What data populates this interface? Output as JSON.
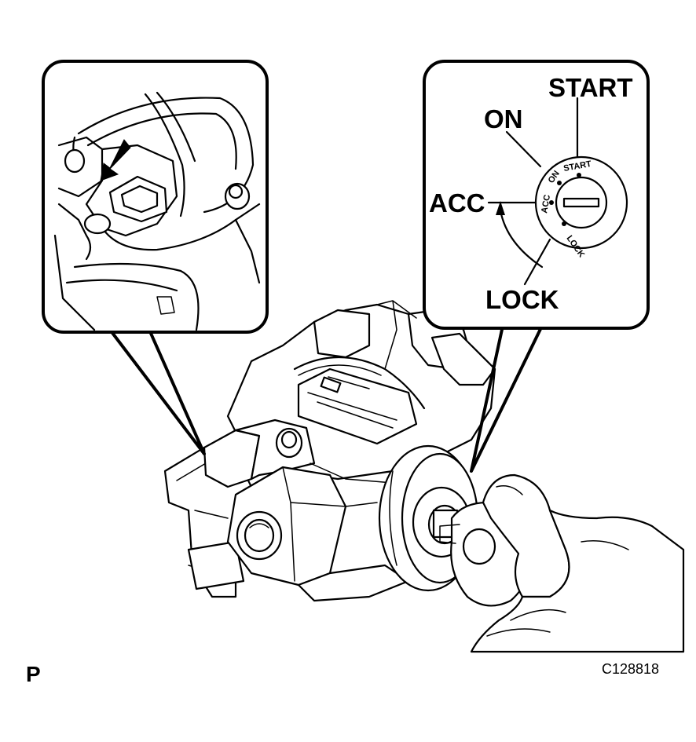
{
  "figure": {
    "page_letter": "P",
    "figure_code": "C128818"
  },
  "key_positions": {
    "outer_labels": {
      "start": "START",
      "on": "ON",
      "acc": "ACC",
      "lock": "LOCK"
    },
    "ring_labels": {
      "start": "START",
      "on": "ON",
      "acc": "ACC",
      "lock": "LOCK"
    }
  },
  "icons": {
    "press_arrow": "down-left-arrow-icon",
    "rotation_arrow": "curved-arrow-icon"
  },
  "colors": {
    "ink": "#000000",
    "paper": "#ffffff"
  }
}
